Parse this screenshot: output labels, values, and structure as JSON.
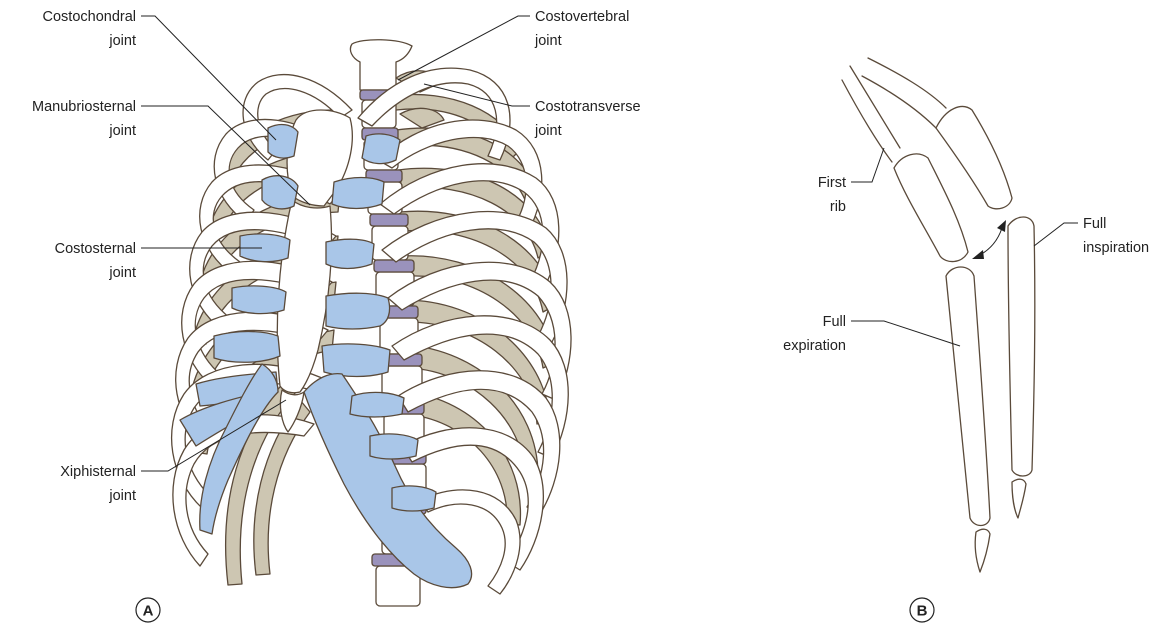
{
  "colors": {
    "rib_fill": "#ffffff",
    "posterior_rib_fill": "#cdc6b2",
    "cartilage_fill": "#a9c6e8",
    "intervertebral_disc_fill": "#9a92bc",
    "outline": "#5a4a3a",
    "label_text": "#222222"
  },
  "panel_a": {
    "marker": "A",
    "labels": {
      "costochondral": [
        "Costochondral",
        "joint"
      ],
      "costovertebral": [
        "Costovertebral",
        "joint"
      ],
      "manubriosternal": [
        "Manubriosternal",
        "joint"
      ],
      "costotransverse": [
        "Costotransverse",
        "joint"
      ],
      "costosternal": [
        "Costosternal",
        "joint"
      ],
      "xiphisternal": [
        "Xiphisternal",
        "joint"
      ]
    }
  },
  "panel_b": {
    "marker": "B",
    "labels": {
      "first_rib": [
        "First",
        "rib"
      ],
      "full_inspiration": [
        "Full",
        "inspiration"
      ],
      "full_expiration": [
        "Full",
        "expiration"
      ]
    }
  }
}
